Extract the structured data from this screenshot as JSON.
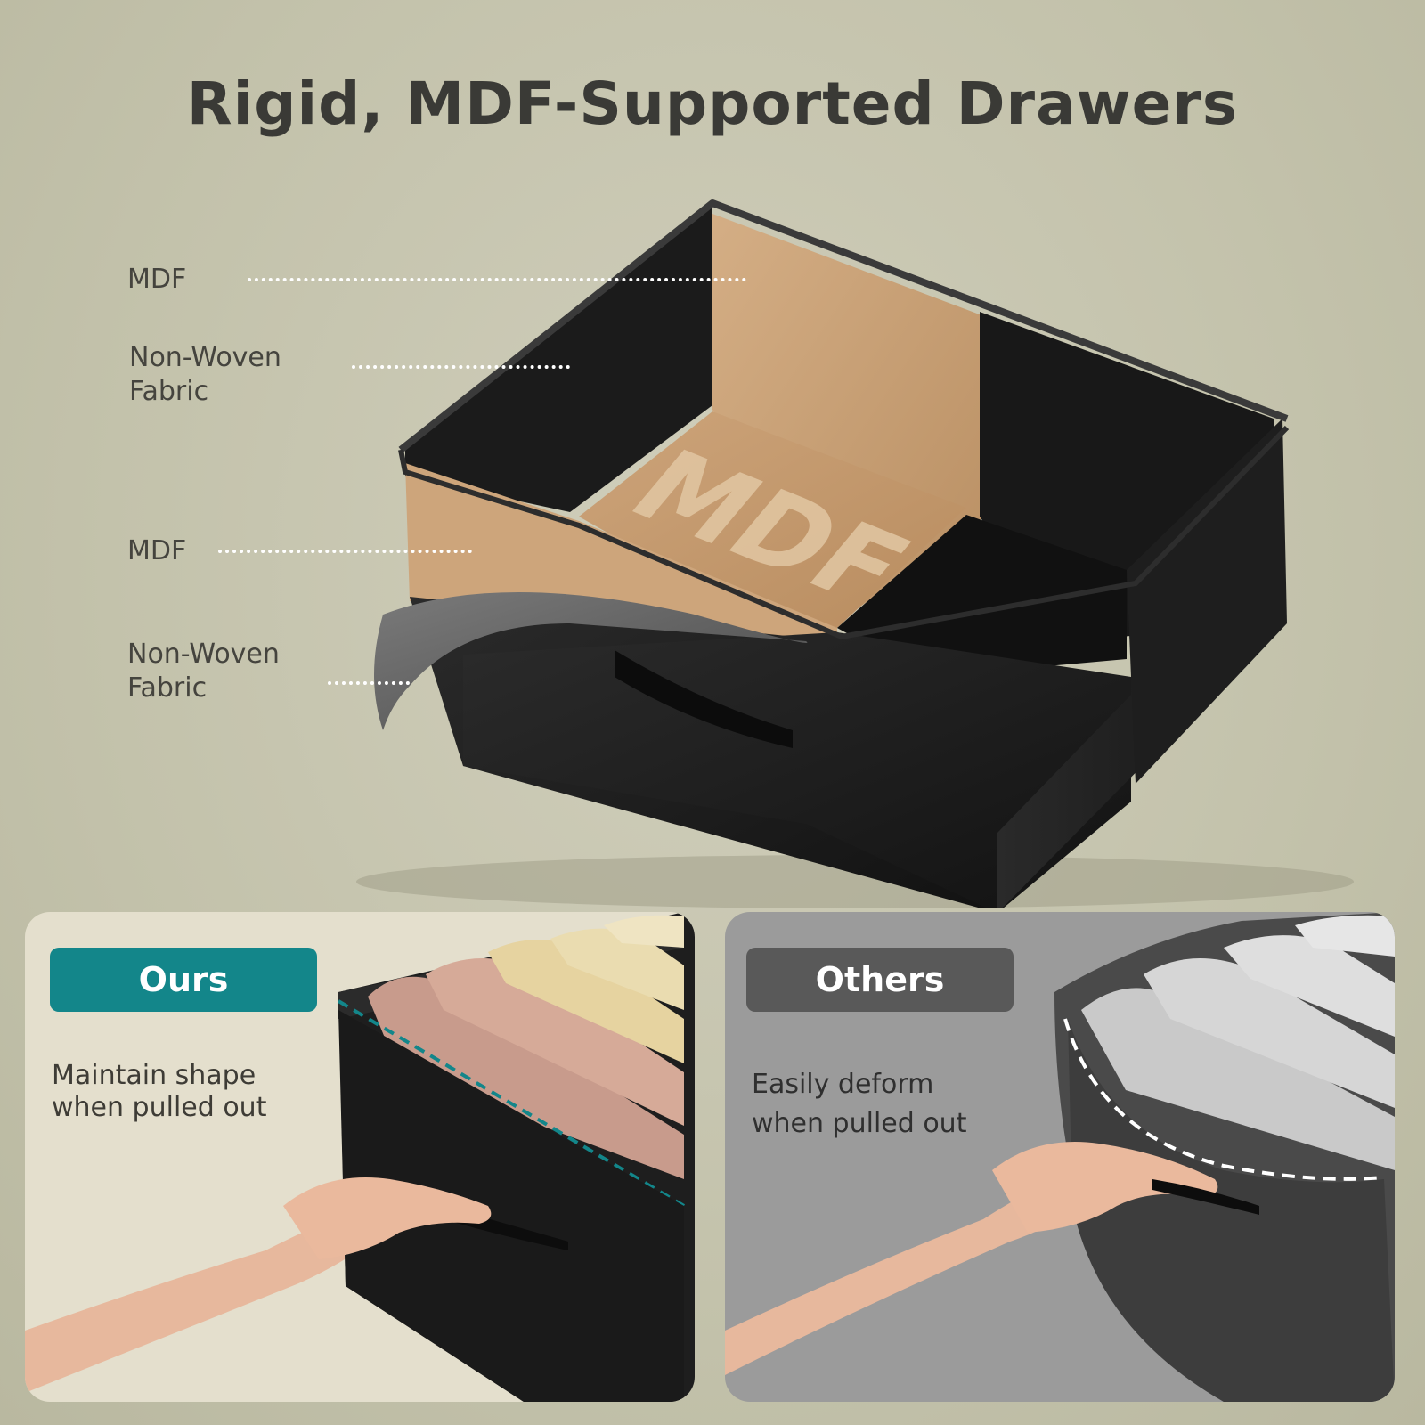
{
  "title": "Rigid, MDF-Supported Drawers",
  "callouts": {
    "top_mdf": "MDF",
    "top_fabric_line1": "Non-Woven",
    "top_fabric_line2": "Fabric",
    "front_mdf": "MDF",
    "front_fabric_line1": "Non-Woven",
    "front_fabric_line2": "Fabric"
  },
  "drawer_mark": "MDF",
  "comparison": {
    "ours": {
      "badge": "Ours",
      "line1": "Maintain shape",
      "line2": "when pulled out",
      "color": "#13868a"
    },
    "others": {
      "badge": "Others",
      "line1": "Easily deform",
      "line2": "when pulled out",
      "color": "#595959"
    }
  },
  "colors": {
    "background": "#c3c2ab",
    "drawer_black": "#1c1c1c",
    "mdf_tan": "#c9a27a",
    "dotted_leader": "#ffffff"
  }
}
